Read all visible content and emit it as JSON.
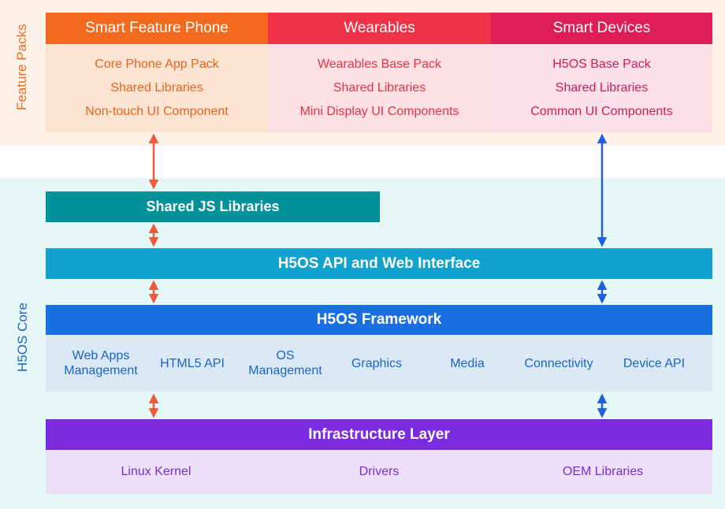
{
  "side_labels": {
    "feature_packs": "Feature Packs",
    "core": "H5OS Core"
  },
  "packs": [
    {
      "title": "Smart Feature Phone",
      "items": [
        "Core Phone App Pack",
        "Shared Libraries",
        "Non-touch UI Component"
      ]
    },
    {
      "title": "Wearables",
      "items": [
        "Wearables Base Pack",
        "Shared Libraries",
        "Mini Display UI Components"
      ]
    },
    {
      "title": "Smart Devices",
      "items": [
        "H5OS Base Pack",
        "Shared Libraries",
        "Common UI Components"
      ]
    }
  ],
  "shared_js": "Shared JS Libraries",
  "api": "H5OS API and Web Interface",
  "framework": {
    "title": "H5OS Framework",
    "items": [
      "Web Apps Management",
      "HTML5 API",
      "OS Management",
      "Graphics",
      "Media",
      "Connectivity",
      "Device API"
    ]
  },
  "infrastructure": {
    "title": "Infrastructure Layer",
    "items": [
      "Linux Kernel",
      "Drivers",
      "OEM Libraries"
    ]
  },
  "colors": {
    "orange_arrow": "#f05a3a",
    "blue_arrow": "#1f5fe0"
  }
}
